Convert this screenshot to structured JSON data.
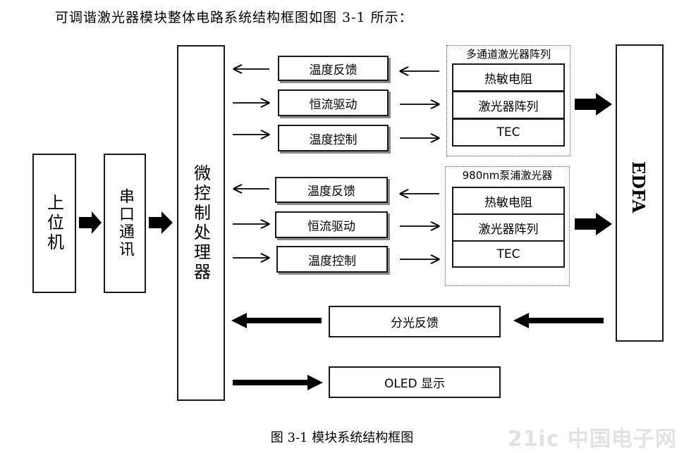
{
  "intro_text": "可调谐激光器模块整体电路系统结构框图如图 3-1 所示：",
  "host": "上位机",
  "serial": "串口通讯",
  "mcu": "微控制处理器",
  "group1": {
    "title": "多通道激光器阵列",
    "items": [
      "热敏电阻",
      "激光器阵列",
      "TEC"
    ],
    "controls": [
      "温度反馈",
      "恒流驱动",
      "温度控制"
    ]
  },
  "group2": {
    "title": "980nm泵浦激光器",
    "items": [
      "热敏电阻",
      "激光器阵列",
      "TEC"
    ],
    "controls": [
      "温度反馈",
      "恒流驱动",
      "温度控制"
    ]
  },
  "edfa": "EDFA",
  "split_feedback": "分光反馈",
  "oled": "OLED 显示",
  "caption": "图 3-1  模块系统结构框图",
  "watermark": "21ic 中国电子网"
}
